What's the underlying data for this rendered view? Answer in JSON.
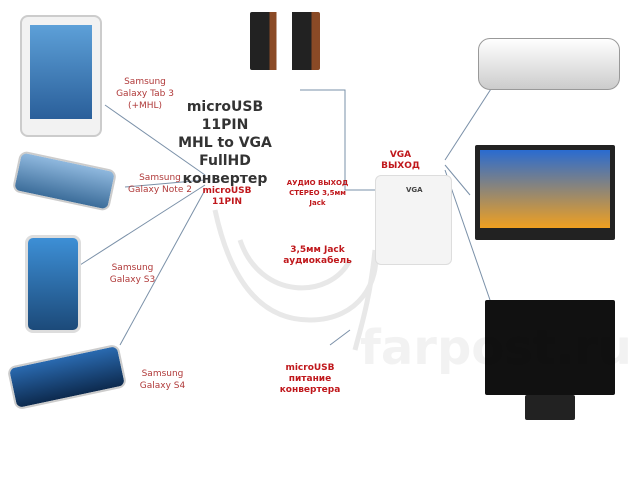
{
  "title": [
    "microUSB 11PIN",
    "MHL to VGA",
    "FullHD",
    "конвертер"
  ],
  "devices": {
    "tab3": [
      "Samsung",
      "Galaxy Tab 3",
      "(+MHL)"
    ],
    "note2": [
      "Samsung",
      "Galaxy Note 2"
    ],
    "s3": [
      "Samsung",
      "Galaxy S3"
    ],
    "s4": [
      "Samsung",
      "Galaxy S4"
    ]
  },
  "labels": {
    "microusb_in": [
      "microUSB",
      "11PIN"
    ],
    "audio_out": [
      "АУДИО ВЫХОД",
      "СТЕРЕО 3,5мм",
      "Jack"
    ],
    "vga_out": [
      "VGA",
      "ВЫХОД"
    ],
    "audio_cable": [
      "3,5мм Jack",
      "аудиокабель"
    ],
    "power": [
      "microUSB",
      "питание",
      "конвертера"
    ],
    "adapter_logo": "VGA"
  },
  "watermark": "farpost.ru"
}
